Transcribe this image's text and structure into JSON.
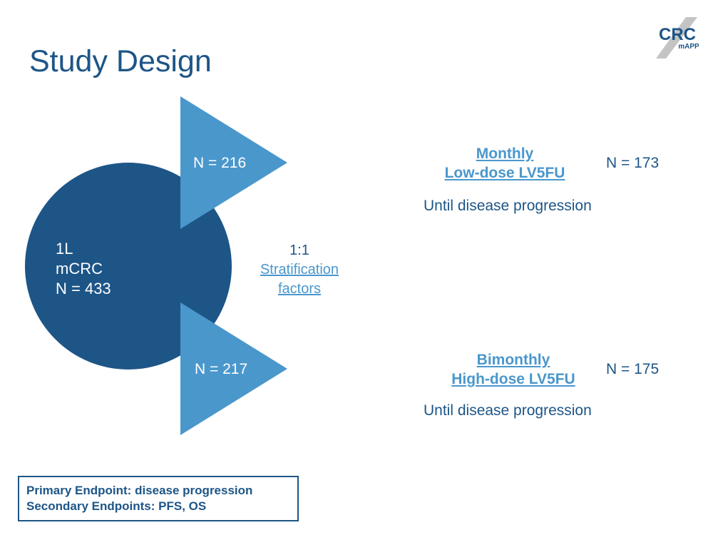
{
  "title": "Study Design",
  "logo": {
    "text_main": "CRC",
    "text_sub": "mAPP"
  },
  "colors": {
    "dark_blue": "#1d5587",
    "light_blue": "#4a97cc",
    "logo_gray": "#bbbbbb"
  },
  "population": {
    "line1": "1L",
    "line2": "mCRC",
    "line3": "N = 433"
  },
  "arm_upper_n": "N = 216",
  "arm_lower_n": "N = 217",
  "randomization": {
    "ratio": "1:1",
    "link_line1": "Stratification",
    "link_line2": "factors"
  },
  "arm1": {
    "title_line1": "Monthly",
    "title_line2": "Low-dose LV5FU",
    "n": "N = 173",
    "duration": "Until disease progression"
  },
  "arm2": {
    "title_line1": "Bimonthly",
    "title_line2": "High-dose LV5FU",
    "n": "N = 175",
    "duration": "Until disease progression"
  },
  "endpoints": {
    "primary": "Primary Endpoint: disease progression",
    "secondary": "Secondary Endpoints: PFS, OS"
  }
}
